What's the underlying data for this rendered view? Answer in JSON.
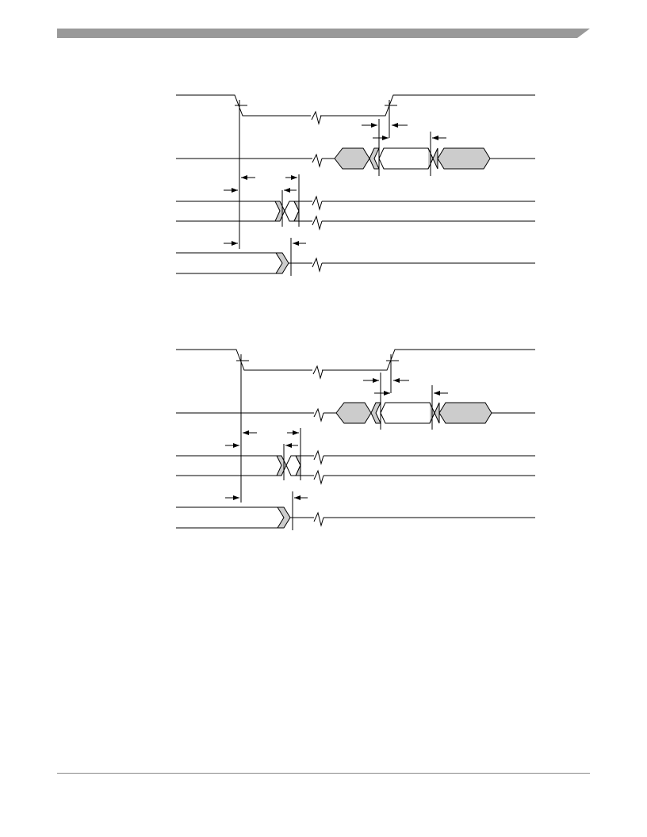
{
  "page": {
    "header_bar_color": "#999999",
    "footer_rule_color": "#888888"
  },
  "diagrams": [
    {
      "name": "upper-timing-diagram",
      "signal_count": 5,
      "data_fill": "#cccccc"
    },
    {
      "name": "lower-timing-diagram",
      "signal_count": 5,
      "data_fill": "#cccccc"
    }
  ],
  "colors": {
    "line": "#000000",
    "shade": "#cccccc"
  },
  "icons": [
    "break-mark-icon",
    "arrow-right-icon",
    "arrow-left-icon"
  ]
}
